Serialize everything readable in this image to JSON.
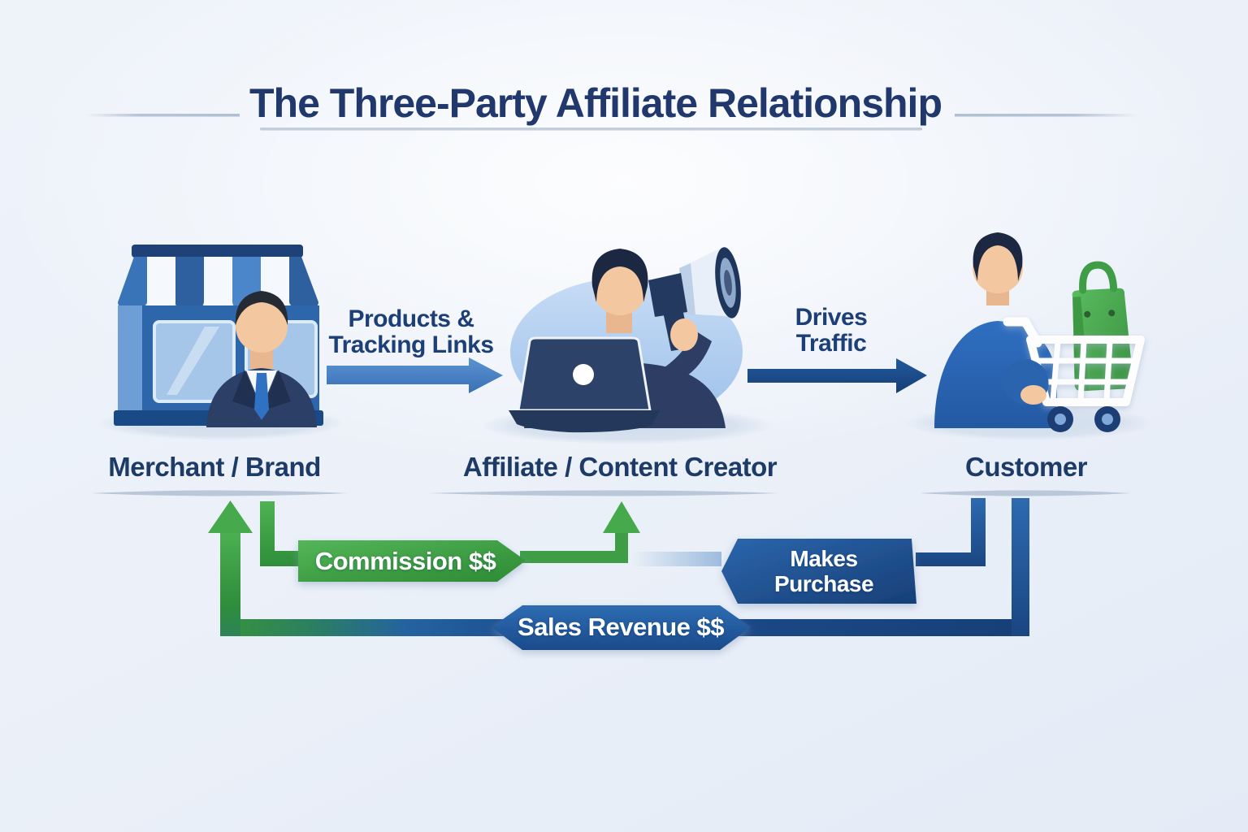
{
  "title": "The Three-Party Affiliate Relationship",
  "entities": {
    "merchant": {
      "label": "Merchant / Brand",
      "icon": "storefront-icon"
    },
    "affiliate": {
      "label": "Affiliate / Content Creator",
      "icon": "creator-with-megaphone-laptop-icon"
    },
    "customer": {
      "label": "Customer",
      "icon": "shopper-with-cart-icon"
    }
  },
  "flows": {
    "products": {
      "line1": "Products &",
      "line2": "Tracking Links",
      "from": "merchant",
      "to": "affiliate"
    },
    "traffic": {
      "line1": "Drives",
      "line2": "Traffic",
      "from": "affiliate",
      "to": "customer"
    },
    "commission": {
      "label": "Commission $$",
      "from": "merchant",
      "to": "affiliate"
    },
    "purchase": {
      "line1": "Makes",
      "line2": "Purchase",
      "from": "customer",
      "to": "merchant"
    },
    "revenue": {
      "label": "Sales Revenue $$",
      "from": "customer",
      "to": "merchant"
    }
  },
  "colors": {
    "background": "#edf2f9",
    "title_text": "#21386d",
    "label_text": "#1d3b66",
    "arrow_blue_light": "#4683c6",
    "arrow_blue_dark": "#1c4e8e",
    "flow_green": "#3f9d46",
    "flow_blue": "#1d5296",
    "banner_text": "#ffffff",
    "bag_green": "#4caf50",
    "shadow_ellipse": "#d8e2ef"
  }
}
